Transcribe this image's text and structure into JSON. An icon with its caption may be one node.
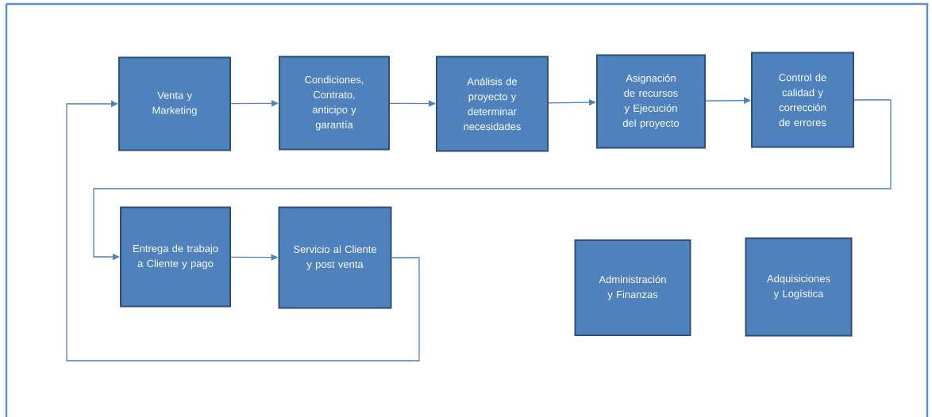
{
  "diagram": {
    "nodes": [
      {
        "text": [
          "Venta y Marketing"
        ]
      },
      {
        "text": [
          "Condiciones, Contrato, anticipo y garantía"
        ]
      },
      {
        "text": [
          "Análisis de proyecto y determinar necesidades"
        ]
      },
      {
        "text": [
          "Asignación de recursos y Ejecución del proyecto"
        ]
      },
      {
        "text": [
          "Control de calidad y corrección de errores"
        ]
      },
      {
        "text": [
          "Entrega de trabajo a Cliente y pago"
        ]
      },
      {
        "text": [
          "Servicio al Cliente y post venta"
        ]
      },
      {
        "text": [
          "Administración y Finanzas"
        ]
      },
      {
        "text": [
          "Adquisiciones y Logística"
        ]
      }
    ],
    "edges": [
      {
        "from": 0,
        "to": 1,
        "arrow": "to"
      },
      {
        "from": 1,
        "to": 2,
        "arrow": "to"
      },
      {
        "from": 2,
        "to": 3,
        "arrow": "to"
      },
      {
        "from": 3,
        "to": 4,
        "arrow": "to"
      },
      {
        "from": 4,
        "to": 5,
        "arrow": "to"
      },
      {
        "from": 5,
        "to": 6,
        "arrow": "to"
      },
      {
        "from": 6,
        "to": 0,
        "arrow": "to"
      }
    ]
  }
}
